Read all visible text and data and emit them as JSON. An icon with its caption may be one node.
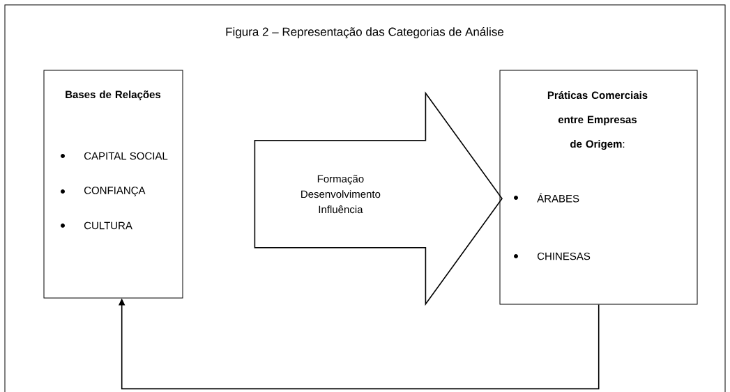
{
  "diagram": {
    "title": "Figura 2 – Representação das Categorias de Análise",
    "nodes": [
      {
        "text": [
          "Bases de Relações",
          "CAPITAL SOCIAL",
          "CONFIANÇA",
          "CULTURA"
        ]
      },
      {
        "text": [
          "**Práticas Comerciais entre Empresas de Origem**:",
          "ÁRABES",
          "CHINESAS"
        ]
      }
    ],
    "edges": [
      {
        "from": 0,
        "to": 1,
        "arrow": "to",
        "label": "Formação Desenvolvimento Influência"
      },
      {
        "from": 1,
        "to": 0,
        "arrow": "to"
      }
    ]
  }
}
